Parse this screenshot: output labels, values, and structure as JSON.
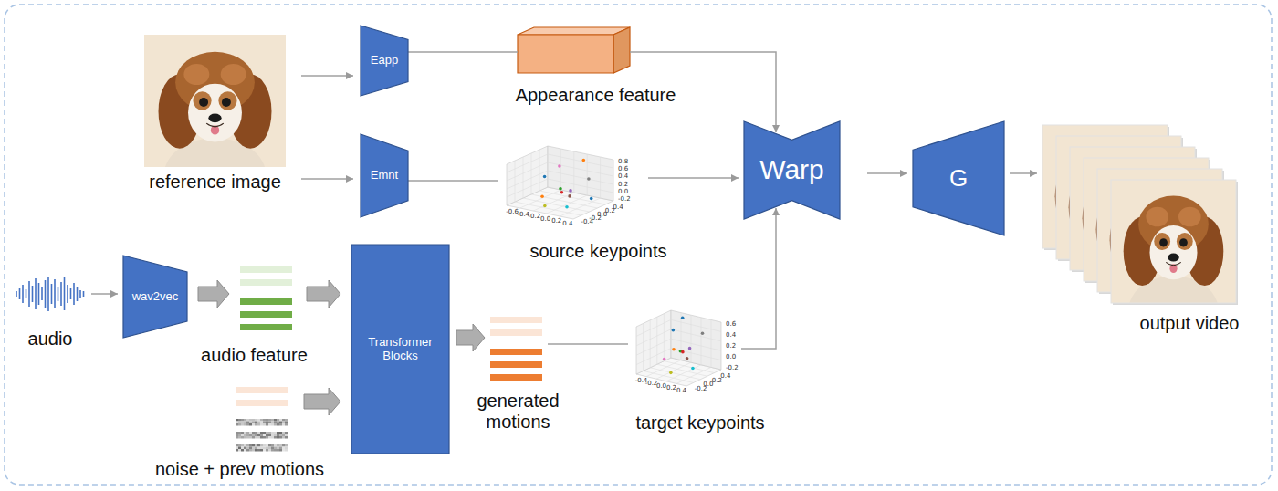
{
  "diagram": {
    "nodes": [
      {
        "text": [
          "reference image"
        ]
      },
      {
        "text": [
          "Eapp"
        ]
      },
      {
        "text": [
          "Appearance feature"
        ]
      },
      {
        "text": [
          "Emnt"
        ]
      },
      {
        "text": [
          "source keypoints"
        ]
      },
      {
        "text": [
          "Warp"
        ]
      },
      {
        "text": [
          "G"
        ]
      },
      {
        "text": [
          "output video"
        ]
      },
      {
        "text": [
          "audio"
        ]
      },
      {
        "text": [
          "wav2vec"
        ]
      },
      {
        "text": [
          "audio feature"
        ]
      },
      {
        "text": [
          "noise + prev motions"
        ]
      },
      {
        "text": [
          "Transformer Blocks"
        ]
      },
      {
        "text": [
          "generated motions"
        ]
      },
      {
        "text": [
          "target keypoints"
        ]
      }
    ],
    "edges": [
      {
        "from": 0,
        "to": 1,
        "arrow": "to"
      },
      {
        "from": 0,
        "to": 3,
        "arrow": "to"
      },
      {
        "from": 1,
        "to": 2,
        "arrow": "none"
      },
      {
        "from": 2,
        "to": 5,
        "arrow": "to"
      },
      {
        "from": 3,
        "to": 4,
        "arrow": "none"
      },
      {
        "from": 4,
        "to": 5,
        "arrow": "to"
      },
      {
        "from": 5,
        "to": 6,
        "arrow": "to"
      },
      {
        "from": 6,
        "to": 7,
        "arrow": "to"
      },
      {
        "from": 8,
        "to": 9,
        "arrow": "to"
      },
      {
        "from": 9,
        "to": 10,
        "arrow": "to"
      },
      {
        "from": 10,
        "to": 12,
        "arrow": "to"
      },
      {
        "from": 11,
        "to": 12,
        "arrow": "to"
      },
      {
        "from": 12,
        "to": 13,
        "arrow": "to"
      },
      {
        "from": 13,
        "to": 14,
        "arrow": "none"
      },
      {
        "from": 14,
        "to": 5,
        "arrow": "to"
      }
    ],
    "labels": [
      "0.8",
      "0.6",
      "0.4",
      "0.2",
      "0.0",
      "-0.2",
      "-0.6",
      "-0.4",
      "-0.2",
      "0.0",
      "0.2",
      "0.4",
      "0.4",
      "0.2",
      "0.0",
      "-0.2",
      "-0.4",
      "0.6",
      "0.4",
      "0.2",
      "0.0",
      "-0.2",
      "-0.4",
      "-0.2",
      "0.0",
      "0.2",
      "0.4",
      "0.4",
      "0.2",
      "0.0",
      "-0.2"
    ]
  }
}
